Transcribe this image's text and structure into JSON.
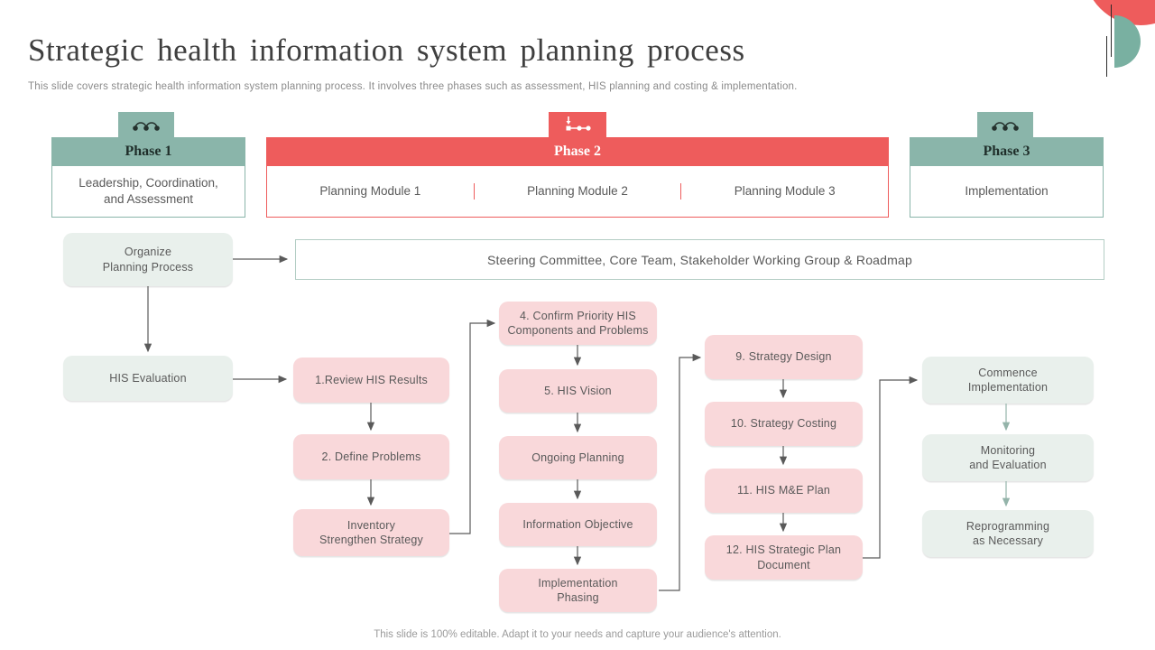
{
  "slide": {
    "title": "Strategic health information system planning process",
    "subtitle": "This slide covers strategic health information system planning process. It involves three phases such as assessment, HIS planning and costing & implementation.",
    "footer": "This slide is 100% editable. Adapt it to your needs and capture your audience's attention."
  },
  "colors": {
    "teal": "#8ab5aa",
    "red": "#ee5c5c",
    "pink_box": "#f9d8da",
    "mint_box": "#e9f0ec",
    "body_text": "#595959",
    "arrow_dark": "#5a5a5a",
    "arrow_teal": "#94b4aa"
  },
  "phases": [
    {
      "label": "Phase 1",
      "body": "Leadership, Coordination,\nand Assessment",
      "icon": "process-steps-icon"
    },
    {
      "label": "Phase 2",
      "modules": [
        "Planning Module 1",
        "Planning Module 2",
        "Planning Module 3"
      ],
      "icon": "timeline-icon"
    },
    {
      "label": "Phase 3",
      "body": "Implementation",
      "icon": "process-steps-icon"
    }
  ],
  "banner": {
    "label": "Steering Committee, Core Team, Stakeholder Working Group & Roadmap"
  },
  "flow": {
    "organize": "Organize\nPlanning Process",
    "his_evaluation": "HIS Evaluation",
    "review_results": "1.Review HIS Results",
    "define_problems": "2. Define Problems",
    "inventory": "Inventory\nStrengthen Strategy",
    "confirm_priority": "4. Confirm Priority HIS\nComponents and Problems",
    "his_vision": "5. HIS Vision",
    "ongoing_planning": "Ongoing Planning",
    "information_objective": "Information Objective",
    "implementation_phasing": "Implementation\nPhasing",
    "strategy_design": "9. Strategy Design",
    "strategy_costing": "10. Strategy Costing",
    "me_plan": "11. HIS M&E Plan",
    "strategic_plan_document": "12. HIS Strategic Plan\nDocument",
    "commence_implementation": "Commence\nImplementation",
    "monitoring_evaluation": "Monitoring\nand Evaluation",
    "reprogramming": "Reprogramming\nas Necessary"
  }
}
